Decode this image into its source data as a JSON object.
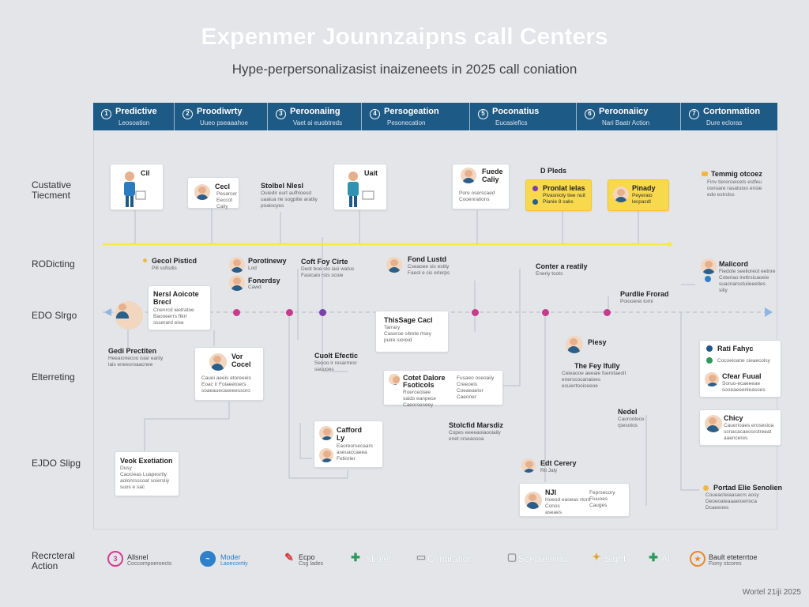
{
  "title": "Expenmer Jounnzaipns call Centers",
  "subtitle": "Hype-perpersonalizasist inaizeneets in 2025 call coniation",
  "phases": [
    {
      "icon": "1",
      "label": "Predictive",
      "sub": "Leosoation"
    },
    {
      "icon": "2",
      "label": "Proodiwrty",
      "sub": "Uueo pseaaahoe"
    },
    {
      "icon": "3",
      "label": "Peroonaiing",
      "sub": "Vaet ai euobtreds"
    },
    {
      "icon": "4",
      "label": "Persogeation",
      "sub": "Pesonecation"
    },
    {
      "icon": "5",
      "label": "Poconatius",
      "sub": "Eucasiefics"
    },
    {
      "icon": "6",
      "label": "Peroonaiicy",
      "sub": "Nari Baatr Action"
    },
    {
      "icon": "7",
      "label": "Cortonmation",
      "sub": "Dure ecloras"
    }
  ],
  "rows": [
    {
      "label": "Custative Tiecment"
    },
    {
      "label": "RODicting"
    },
    {
      "label": "EDO Slrgo"
    },
    {
      "label": "Elterreting"
    },
    {
      "label": "EJDO Slipg"
    }
  ],
  "cards": {
    "c1": {
      "title": "Cil",
      "sub": ""
    },
    "c2": {
      "title": "Cecl",
      "sub": "Pesarcer\nEeccot\nCaiiy"
    },
    "c3": {
      "title": "Stolbel Nlesl",
      "sub": "Ouiedir eurt aufhloesd\nuaaiua rie sogpitie aratiiy\npoaiocyes"
    },
    "c4": {
      "title": "Uait",
      "sub": ""
    },
    "c5": {
      "title": "Fuede Caliy",
      "sub": "Pore oserscaed\nCooenrations"
    },
    "c6": {
      "title": "D Pleds",
      "sub": ""
    },
    "c7": {
      "title": "Pronlat lelas",
      "sub": "Pivasnioly tiee nuit\nPianie 8 saks"
    },
    "c8": {
      "title": "Pinady",
      "sub": "Peyeraio\nlecpacdl"
    },
    "c9": {
      "title": "Temmig otcoez",
      "sub": "Finv tiereroeicets estfeu\nosnoare rasatuioo ensie\nedo estrclss"
    },
    "c10": {
      "title": "Gecol Pisticd",
      "sub": "Pill ssfisdis"
    },
    "c11": {
      "title": "Porotinewy",
      "sub": "Lod"
    },
    "c12": {
      "title": "Fonerdsy",
      "sub": "Cawd"
    },
    "c13": {
      "title": "Coft Foy Cirte",
      "sub": "Deot boe sto iasi watus\nFasicaio rsts scoie"
    },
    "c14": {
      "title": "Fond Lustd",
      "sub": "Cseaoee sis estiiy\nFaeol e cis erlerps"
    },
    "c15": {
      "title": "Conter a reatily",
      "sub": "Eneriy toots"
    },
    "c16": {
      "title": "Malicord",
      "sub": "Fiedole seelioreot eetnre\nCoteriao irettrsicaoeie\nsuacnarsstuiieeeties\nsiliy"
    },
    "c17": {
      "title": "Nersl Aoicote Brecl",
      "sub": "Cnenrcd ieetratoe\nBaooeerrs ftkrr\nssserard eise"
    },
    "c18": {
      "title": "Purdlie Frorad",
      "sub": "Poiooerei tomi"
    },
    "c19": {
      "title": "Gedi Prectiten",
      "sub": "Heeaionecoo isiar eariiy\nlais eneesroaacnee"
    },
    "c20": {
      "title": "ThisSage Cacl",
      "sub": "Tarrary\nCaseroe sitrete rtsey\npuire sioreid"
    },
    "c21": {
      "title": "Vor Cocel",
      "sub": "Cauei aeeis etoreeeis\nEoac ir Foiaeetoers\nsoaeauecaseeessoro"
    },
    "c22": {
      "title": "Cuolt Efectic",
      "sub": "Sesoo ir resarrresr\nsauuoes"
    },
    "c23": {
      "title": "Cotet Dalore Fsoticols",
      "sub": "Roerceotaie\nsaids eanpece\nCaeorseseey"
    },
    "c23b": {
      "title": "",
      "sub": "Fusaeo oseoaiiy\nCreeoeis\nCoeaeaelor\nCaeoner"
    },
    "c24": {
      "title": "Piesy",
      "sub": ""
    },
    "c25": {
      "title": "The Fey Ifully",
      "sub": "Ceieaooe aeeaie fserotaeolt\nenerscocanaioes\necuiertooiceeoe"
    },
    "c26": {
      "title": "Rati Fahyc",
      "sub": "Cocoeioane cieaecolsy"
    },
    "c27": {
      "title": "Cfear Fuual",
      "sub": "Soruo-ecaeeeae\nsooeaeeenleasoes"
    },
    "c28": {
      "title": "Nedel",
      "sub": "Caurootece\nrpesotos"
    },
    "c29": {
      "title": "Chicy",
      "sub": "Cauerioaes erosesioa\nssnacacaeosrotreeat\naaenceres"
    },
    "c30": {
      "title": "Cafford Ly",
      "sub": "Eaoreorsecaars\naseuaccaeea\nFetiorier"
    },
    "c31": {
      "title": "Stolcfid Marsdiz",
      "sub": "Copes eeeeaoiaooiaily\nenet crseaosoa"
    },
    "c32": {
      "title": "Veok Exetiation",
      "sub": "Dusy\nCaocieas Luapesrtiy\naolonrsscoat soiersliy\nsuos e sac"
    },
    "c33": {
      "title": "Edt Cerery",
      "sub": "Rti Jaly"
    },
    "c34": {
      "title": "NJI",
      "sub": "Hoeod eaoeas rtors\nConos\naseaes"
    },
    "c34b": {
      "title": "",
      "sub": "Feprsecory\nFiuuoes\nCauges"
    },
    "c35": {
      "title": "Portad Elie Senolien",
      "sub": "Coueacteiaasacrs aosy\nDeoeoaieaaaeioerioca\nDcaeeoes"
    }
  },
  "bottom": {
    "label": "Recrcteral Action",
    "items": [
      {
        "icon": "plus-circle-icon",
        "title": "Allsnel",
        "sub": "Coccompoeroects",
        "color": "#d63c8c"
      },
      {
        "icon": "wave-icon",
        "title": "Moder",
        "sub": "Laoecorrtiy",
        "color": "#2f80c8"
      },
      {
        "icon": "pen-icon",
        "title": "Ecpo",
        "sub": "Csg lades",
        "color": "#d83a3a"
      },
      {
        "icon": "leaf-icon",
        "title": "Stiolel",
        "sub": "",
        "color": "#2c9a5a"
      },
      {
        "icon": "chat-icon",
        "title": "Contiration",
        "sub": "",
        "color": "#777777"
      },
      {
        "icon": "doc-icon",
        "title": "Scepleloing",
        "sub": "",
        "color": "#777777"
      },
      {
        "icon": "sparkle-icon",
        "title": "Sight",
        "sub": "",
        "color": "#e3a52d"
      },
      {
        "icon": "cross-icon",
        "title": "Al",
        "sub": "",
        "color": "#2c9a5a"
      },
      {
        "icon": "star-icon",
        "title": "Bault eteterrtoe",
        "sub": "Fiony stcores",
        "color": "#e78a2d"
      }
    ]
  },
  "footer": "Wortel 21iji 2025",
  "colors": {
    "phase_bg": "#1e5a86",
    "timeline_yellow": "#f7e84a",
    "dot_magenta": "#c73a8c",
    "dot_purple": "#7b3fb0",
    "arrow_blue": "#8fb5e0"
  }
}
